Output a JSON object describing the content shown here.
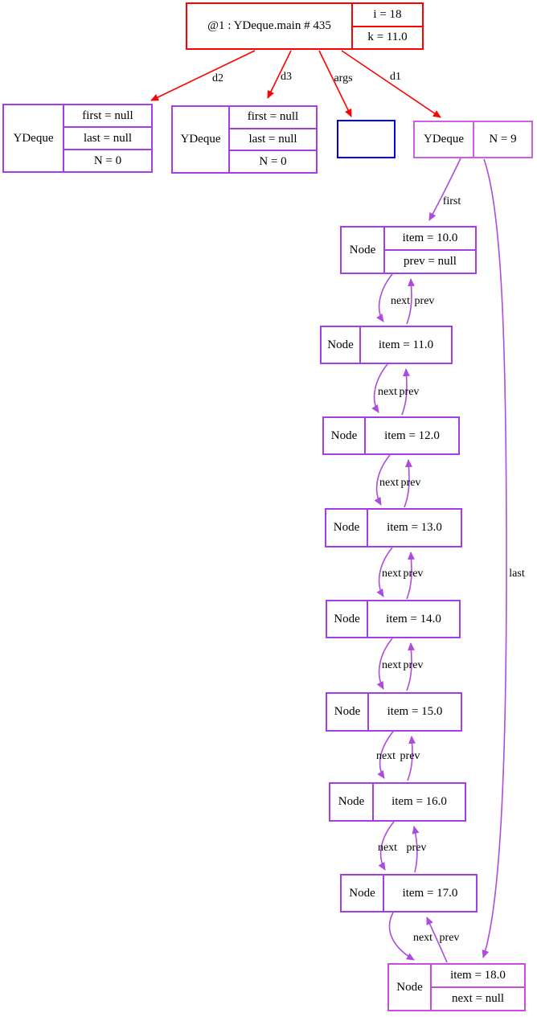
{
  "colors": {
    "frame_border": "#ff0000",
    "red_edge": "#ff0000",
    "object_border": "#a43cec",
    "object_border_light": "#cf5ce8",
    "array_border": "#0000f0",
    "purple_edge": "#ad4be0",
    "text": "#000000",
    "background": "#ffffff"
  },
  "frame": {
    "title": "@1 : YDeque.main # 435",
    "fields": [
      "i = 18",
      "k = 11.0"
    ]
  },
  "objects": {
    "ydeque_d2": {
      "type": "YDeque",
      "fields": [
        "first = null",
        "last = null",
        "N = 0"
      ]
    },
    "ydeque_d3": {
      "type": "YDeque",
      "fields": [
        "first = null",
        "last = null",
        "N = 0"
      ]
    },
    "ydeque_d1": {
      "type": "YDeque",
      "fields": [
        "N = 9"
      ]
    }
  },
  "nodes": [
    {
      "type": "Node",
      "fields": [
        "item = 10.0",
        "prev = null"
      ]
    },
    {
      "type": "Node",
      "fields": [
        "item = 11.0"
      ]
    },
    {
      "type": "Node",
      "fields": [
        "item = 12.0"
      ]
    },
    {
      "type": "Node",
      "fields": [
        "item = 13.0"
      ]
    },
    {
      "type": "Node",
      "fields": [
        "item = 14.0"
      ]
    },
    {
      "type": "Node",
      "fields": [
        "item = 15.0"
      ]
    },
    {
      "type": "Node",
      "fields": [
        "item = 16.0"
      ]
    },
    {
      "type": "Node",
      "fields": [
        "item = 17.0"
      ]
    },
    {
      "type": "Node",
      "fields": [
        "item = 18.0",
        "next = null"
      ]
    }
  ],
  "edge_labels": {
    "d2": "d2",
    "d3": "d3",
    "args": "args",
    "d1": "d1",
    "first": "first",
    "last": "last",
    "next": "next",
    "prev": "prev"
  }
}
